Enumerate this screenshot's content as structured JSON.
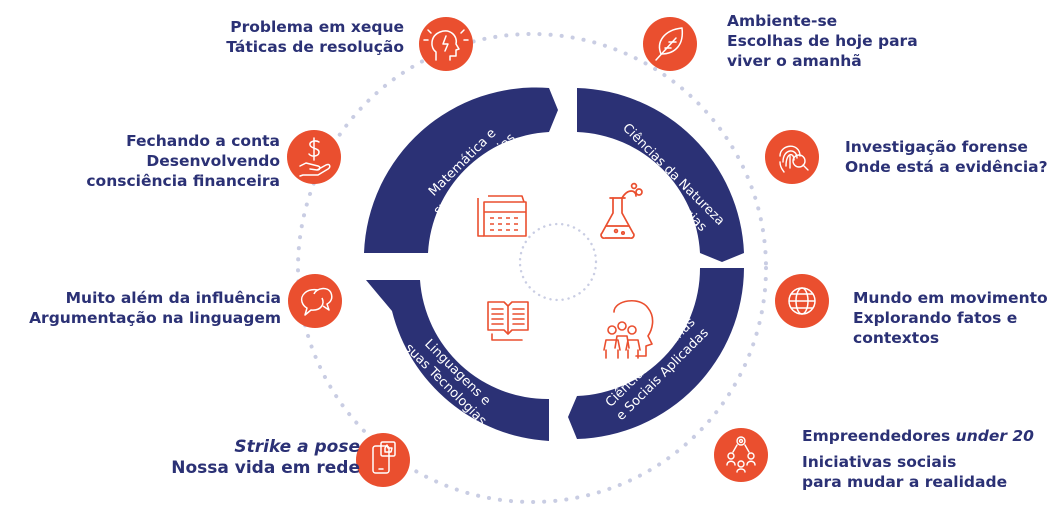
{
  "colors": {
    "navy": "#2B3175",
    "orange": "#EA4F2F",
    "dots": "#C9CDE3",
    "white": "#FFFFFF"
  },
  "quadrants": [
    {
      "id": "matematica",
      "lines": [
        "Matemática e",
        "suas Tecnologias"
      ],
      "icon": "calendar-icon"
    },
    {
      "id": "natureza",
      "lines": [
        "Ciências da Natureza",
        "e suas Tecnologias"
      ],
      "icon": "flask-icon"
    },
    {
      "id": "linguagens",
      "lines": [
        "Linguagens e",
        "suas Tecnologias"
      ],
      "icon": "book-icon"
    },
    {
      "id": "humanas",
      "lines": [
        "Ciências Humanas",
        "e Sociais Aplicadas"
      ],
      "icon": "people-icon"
    }
  ],
  "topics": [
    {
      "id": "problema",
      "title": "Problema em xeque",
      "subtitle": [
        "Táticas de resolução"
      ],
      "icon": "head-idea-icon"
    },
    {
      "id": "fechando",
      "title": "Fechando a conta",
      "subtitle": [
        "Desenvolvendo",
        "consciência financeira"
      ],
      "icon": "money-hand-icon"
    },
    {
      "id": "muito",
      "title": "Muito além da influência",
      "subtitle": [
        "Argumentação na linguagem"
      ],
      "icon": "speech-bubbles-icon"
    },
    {
      "id": "strike",
      "title": "Strike a pose",
      "subtitle": [
        "Nossa vida em rede"
      ],
      "icon": "phone-like-icon"
    },
    {
      "id": "ambiente",
      "title": "Ambiente-se",
      "subtitle": [
        "Escolhas de hoje para",
        "viver o amanhã"
      ],
      "icon": "feather-icon"
    },
    {
      "id": "investigacao",
      "title": "Investigação forense",
      "subtitle": [
        "Onde está a evidência?"
      ],
      "icon": "fingerprint-icon"
    },
    {
      "id": "mundo",
      "title": "Mundo em movimento",
      "subtitle": [
        "Explorando fatos e",
        "contextos"
      ],
      "icon": "globe-icon"
    },
    {
      "id": "empreendedores",
      "title_main": "Empreendedores ",
      "title_italic": "under 20",
      "subtitle": [
        "Iniciativas sociais",
        "para mudar a realidade"
      ],
      "icon": "network-people-icon"
    }
  ]
}
